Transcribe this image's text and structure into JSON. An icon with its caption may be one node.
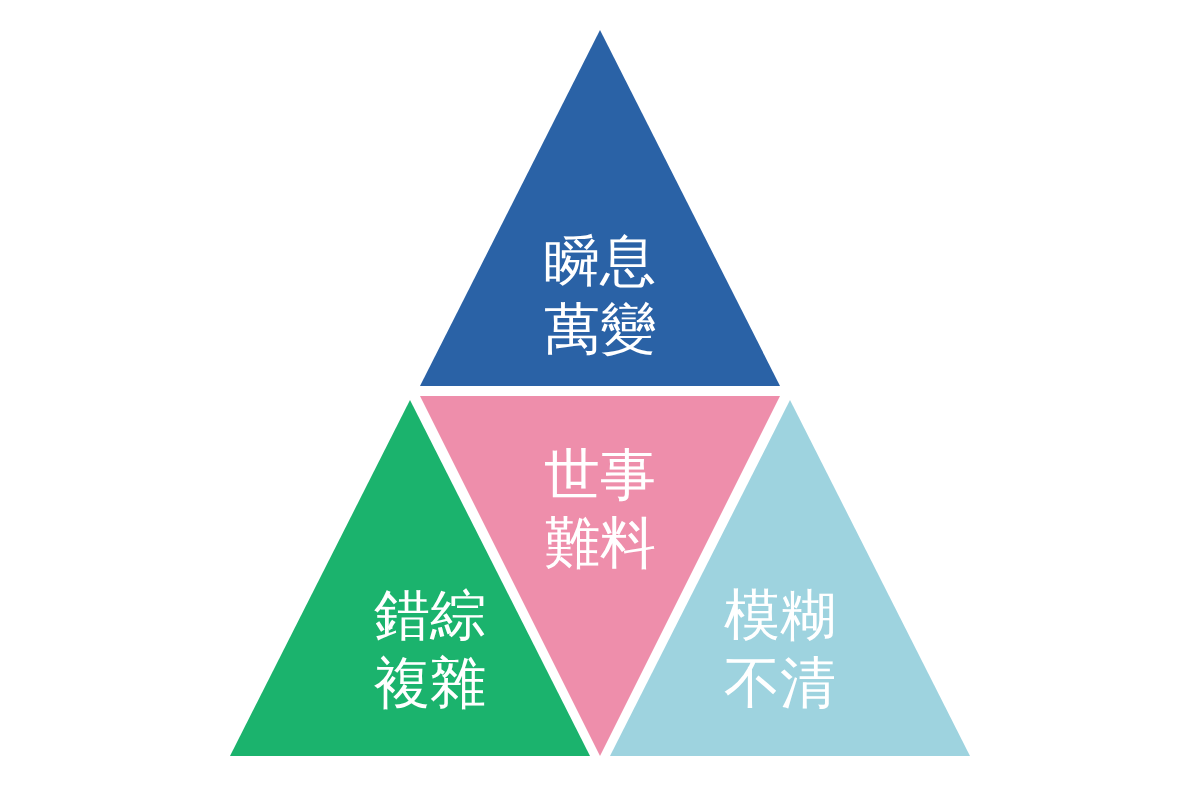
{
  "diagram": {
    "nodes": [
      {
        "text": [
          "瞬息萬變"
        ]
      },
      {
        "text": [
          "世事難料"
        ]
      },
      {
        "text": [
          "錯綜複雜"
        ]
      },
      {
        "text": [
          "模糊不清"
        ]
      }
    ]
  }
}
